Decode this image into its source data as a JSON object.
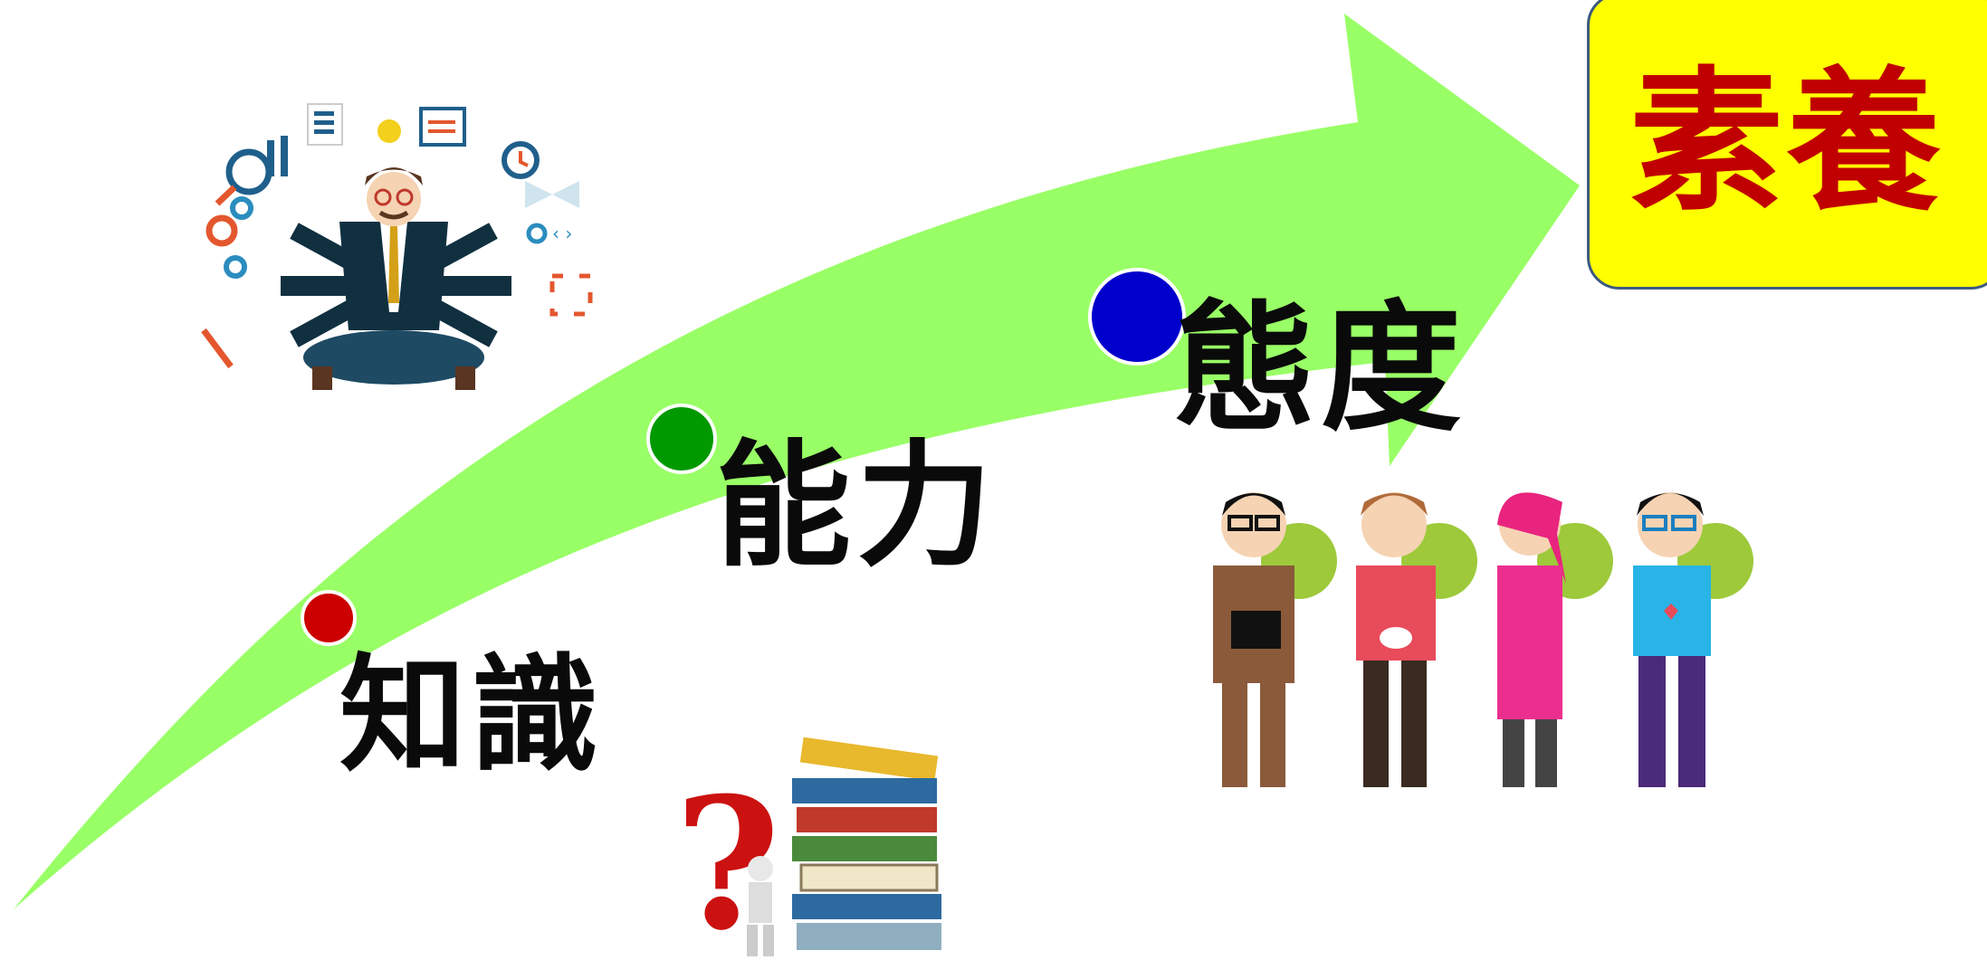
{
  "stages": [
    {
      "id": "knowledge",
      "label": "知識",
      "dot_color": "#cc0000"
    },
    {
      "id": "ability",
      "label": "能力",
      "dot_color": "#009900"
    },
    {
      "id": "attitude",
      "label": "態度",
      "dot_color": "#0000cc"
    }
  ],
  "goal": {
    "label": "素養",
    "box_color": "#ffff00",
    "text_color": "#c00000"
  },
  "arrow_color": "#99ff66",
  "illustrations": [
    "multitasking-businessman-icon",
    "books-and-question-mark-icon",
    "four-people-icon"
  ]
}
